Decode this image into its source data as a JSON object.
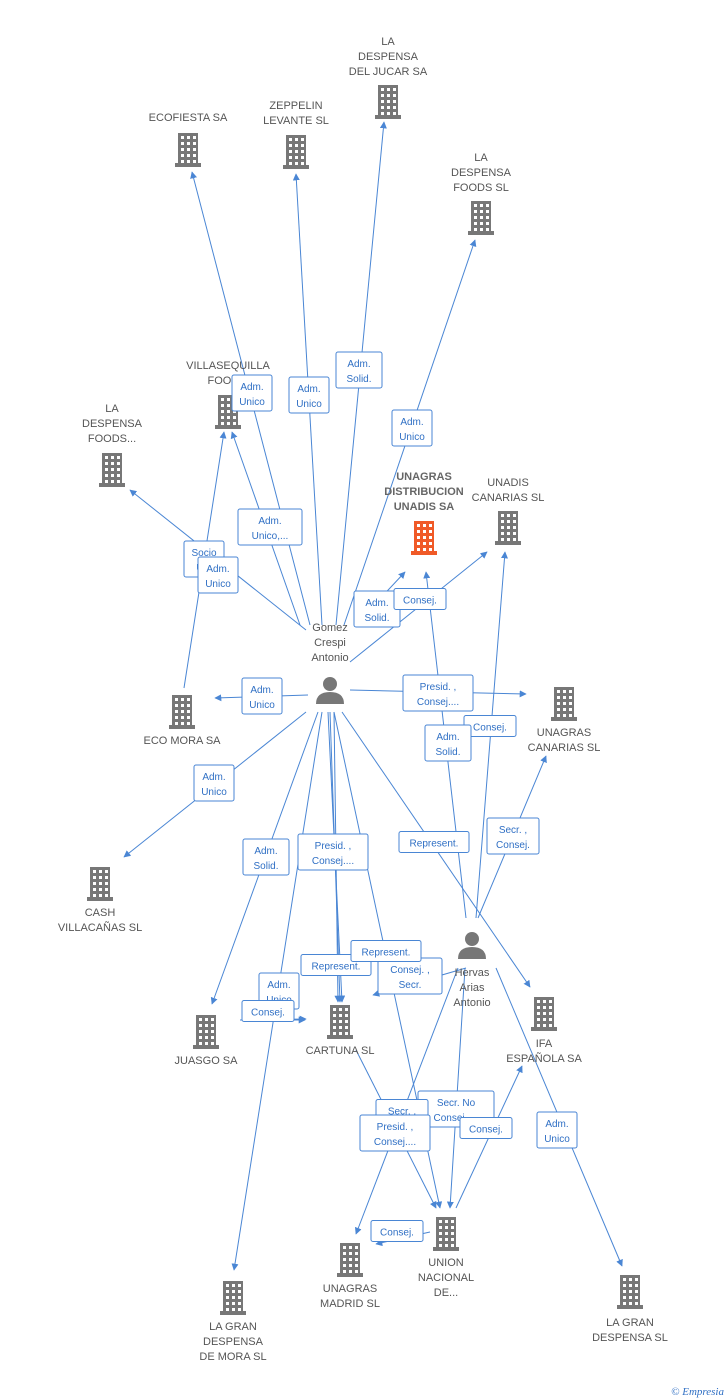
{
  "nodes": [
    {
      "id": "jucar",
      "kind": "company",
      "lines": [
        "LA",
        "DESPENSA",
        "DEL JUCAR SA"
      ]
    },
    {
      "id": "ecofiesta",
      "kind": "company",
      "lines": [
        "ECOFIESTA SA"
      ]
    },
    {
      "id": "zeppelin",
      "kind": "company",
      "lines": [
        "ZEPPELIN",
        "LEVANTE SL"
      ]
    },
    {
      "id": "despfoods",
      "kind": "company",
      "lines": [
        "LA",
        "DESPENSA",
        "FOODS SL"
      ]
    },
    {
      "id": "villasequilla",
      "kind": "company",
      "lines": [
        "VILLASEQUILLA",
        "FOOD..."
      ]
    },
    {
      "id": "despfoods2",
      "kind": "company",
      "lines": [
        "LA",
        "DESPENSA",
        "FOODS..."
      ]
    },
    {
      "id": "unagras_dist",
      "kind": "focus",
      "lines": [
        "UNAGRAS",
        "DISTRIBUCION",
        "UNADIS SA"
      ]
    },
    {
      "id": "unadis_can",
      "kind": "company",
      "lines": [
        "UNADIS",
        "CANARIAS SL"
      ]
    },
    {
      "id": "gomez",
      "kind": "person",
      "lines": [
        "Gomez",
        "Crespi",
        "Antonio"
      ]
    },
    {
      "id": "ecomora",
      "kind": "company",
      "lines": [
        "ECO MORA SA"
      ]
    },
    {
      "id": "unagras_can",
      "kind": "company",
      "lines": [
        "UNAGRAS",
        "CANARIAS SL"
      ]
    },
    {
      "id": "cash",
      "kind": "company",
      "lines": [
        "CASH",
        "VILLACAÑAS SL"
      ]
    },
    {
      "id": "hervas",
      "kind": "person",
      "lines": [
        "Hervas",
        "Arias",
        "Antonio"
      ]
    },
    {
      "id": "juasgo",
      "kind": "company",
      "lines": [
        "JUASGO SA"
      ]
    },
    {
      "id": "cartuna",
      "kind": "company",
      "lines": [
        "CARTUNA SL"
      ]
    },
    {
      "id": "ifa",
      "kind": "company",
      "lines": [
        "IFA",
        "ESPAÑOLA SA"
      ]
    },
    {
      "id": "union",
      "kind": "company",
      "lines": [
        "UNION",
        "NACIONAL",
        "DE..."
      ]
    },
    {
      "id": "unagras_mad",
      "kind": "company",
      "lines": [
        "UNAGRAS",
        "MADRID SL"
      ]
    },
    {
      "id": "gran_mora",
      "kind": "company",
      "lines": [
        "LA GRAN",
        "DESPENSA",
        "DE MORA SL"
      ]
    },
    {
      "id": "gran_desp",
      "kind": "company",
      "lines": [
        "LA GRAN",
        "DESPENSA SL"
      ]
    }
  ],
  "edges": [
    {
      "id": "e1",
      "from": "gomez",
      "to": "jucar",
      "lines": [
        "Adm.",
        "Solid."
      ]
    },
    {
      "id": "e2",
      "from": "gomez",
      "to": "ecofiesta",
      "lines": [
        "Adm.",
        "Unico"
      ]
    },
    {
      "id": "e3",
      "from": "gomez",
      "to": "zeppelin",
      "lines": [
        "Adm.",
        "Unico"
      ]
    },
    {
      "id": "e4",
      "from": "gomez",
      "to": "despfoods",
      "lines": [
        "Adm.",
        "Unico"
      ]
    },
    {
      "id": "e5",
      "from": "gomez",
      "to": "villasequilla",
      "lines": [
        "Adm.",
        "Unico,..."
      ]
    },
    {
      "id": "e6",
      "from": "gomez",
      "to": "despfoods2",
      "lines": [
        "Socio",
        "Ú..."
      ]
    },
    {
      "id": "e7",
      "from": "ecomora",
      "to": "villasequilla",
      "lines": [
        "Adm.",
        "Unico"
      ]
    },
    {
      "id": "e8",
      "from": "gomez",
      "to": "unagras_dist",
      "lines": [
        "Adm.",
        "Solid."
      ]
    },
    {
      "id": "e9",
      "from": "gomez",
      "to": "unadis_can",
      "lines": [
        "Consej."
      ]
    },
    {
      "id": "e10",
      "from": "gomez",
      "to": "ecomora",
      "lines": [
        "Adm.",
        "Unico"
      ]
    },
    {
      "id": "e11",
      "from": "gomez",
      "to": "unagras_can",
      "lines": [
        "Presid. ,",
        "Consej...."
      ]
    },
    {
      "id": "e12",
      "from": "hervas",
      "to": "unadis_can",
      "lines": [
        "Consej."
      ]
    },
    {
      "id": "e13",
      "from": "hervas",
      "to": "unagras_dist",
      "lines": [
        "Adm.",
        "Solid."
      ]
    },
    {
      "id": "e14",
      "from": "hervas",
      "to": "unagras_can",
      "lines": [
        "Secr. ,",
        "Consej."
      ]
    },
    {
      "id": "e15",
      "from": "gomez",
      "to": "cash",
      "lines": [
        "Adm.",
        "Unico"
      ]
    },
    {
      "id": "e16",
      "from": "gomez",
      "to": "juasgo",
      "lines": [
        "Adm.",
        "Solid."
      ]
    },
    {
      "id": "e17",
      "from": "gomez",
      "to": "cartuna",
      "lines": [
        "Presid. ,",
        "Consej...."
      ]
    },
    {
      "id": "e18",
      "from": "gomez",
      "to": "ifa",
      "lines": [
        "Represent."
      ]
    },
    {
      "id": "e19",
      "from": "gomez",
      "to": "unagras_mad",
      "lines": [
        "Represent."
      ]
    },
    {
      "id": "e20",
      "from": "hervas",
      "to": "cartuna",
      "lines": [
        "Consej. ,",
        "Secr."
      ]
    },
    {
      "id": "e21",
      "from": "gomez",
      "to": "cartuna",
      "lines": [
        "Represent."
      ]
    },
    {
      "id": "e22",
      "from": "juasgo",
      "to": "cartuna",
      "lines": [
        "Adm.",
        "Unico"
      ]
    },
    {
      "id": "e23",
      "from": "juasgo",
      "to": "cartuna",
      "lines": [
        "Consej."
      ]
    },
    {
      "id": "e24",
      "from": "gomez",
      "to": "gran_mora",
      "lines": []
    },
    {
      "id": "e25",
      "from": "hervas",
      "to": "union",
      "lines": [
        "Secr. No",
        "Consej.,..."
      ]
    },
    {
      "id": "e26",
      "from": "cartuna",
      "to": "union",
      "lines": [
        "Secr. ,"
      ]
    },
    {
      "id": "e27",
      "from": "hervas",
      "to": "unagras_mad",
      "lines": [
        "Presid. ,",
        "Consej...."
      ]
    },
    {
      "id": "e28",
      "from": "union",
      "to": "ifa",
      "lines": [
        "Consej."
      ]
    },
    {
      "id": "e29",
      "from": "union",
      "to": "unagras_mad",
      "lines": [
        "Consej."
      ]
    },
    {
      "id": "e30",
      "from": "hervas",
      "to": "gran_desp",
      "lines": [
        "Adm.",
        "Unico"
      ]
    },
    {
      "id": "e31",
      "from": "gomez",
      "to": "union",
      "lines": []
    }
  ],
  "brand": {
    "symbol": "©",
    "name": "Empresia"
  },
  "colors": {
    "edge": "#4a86d4",
    "company": "#777777",
    "focus": "#f05a28",
    "person": "#777777"
  }
}
